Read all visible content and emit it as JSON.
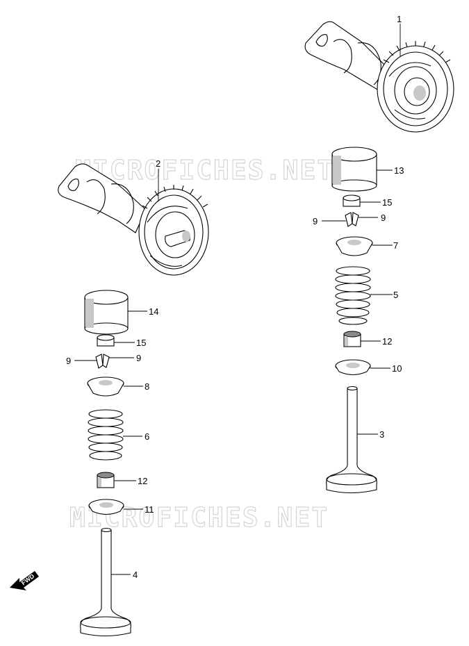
{
  "watermark": "MICROFICHES.NET",
  "fwd_label": "FWD",
  "parts": {
    "p1": "1",
    "p2": "2",
    "p3": "3",
    "p4": "4",
    "p5": "5",
    "p6": "6",
    "p7": "7",
    "p8": "8",
    "p9a": "9",
    "p9b": "9",
    "p9c": "9",
    "p9d": "9",
    "p10": "10",
    "p11": "11",
    "p12a": "12",
    "p12b": "12",
    "p13": "13",
    "p14": "14",
    "p15a": "15",
    "p15b": "15"
  }
}
